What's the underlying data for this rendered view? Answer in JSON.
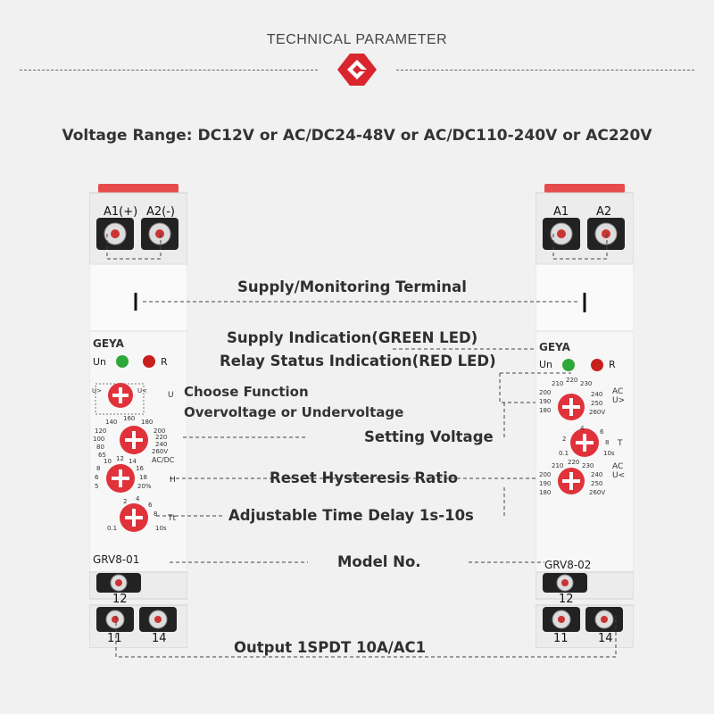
{
  "header": {
    "title": "TECHNICAL PARAMETER",
    "brand_color": "#d9262e"
  },
  "voltage_range": "Voltage Range: DC12V or AC/DC24-48V or AC/DC110-240V or AC220V",
  "labels": {
    "supply_terminal": "Supply/Monitoring Terminal",
    "supply_indication": "Supply Indication(GREEN LED)",
    "relay_indication": "Relay Status Indication(RED LED)",
    "choose_function": "Choose Function",
    "over_under": "Overvoltage or Undervoltage",
    "setting_voltage": "Setting Voltage",
    "reset_hysteresis": "Reset Hysteresis Ratio",
    "time_delay": "Adjustable Time Delay 1s-10s",
    "model_no": "Model No.",
    "output": "Output 1SPDT 10A/AC1"
  },
  "left_device": {
    "model": "GRV8-01",
    "brand": "GEYA",
    "terminal_a1": "A1(+)",
    "terminal_a2": "A2(-)",
    "led_un": "Un",
    "led_r": "R",
    "knob_function_labels": {
      "top": "U",
      "left": "U>",
      "right": "U<"
    },
    "knob_voltage_scale": [
      "65",
      "80",
      "100",
      "120",
      "140",
      "160",
      "180",
      "200",
      "220",
      "240",
      "260V"
    ],
    "knob_voltage_tag": "AC/DC",
    "knob_hyst_scale": [
      "5",
      "6",
      "8",
      "10",
      "12",
      "14",
      "16",
      "18",
      "20%"
    ],
    "knob_hyst_tag": "H",
    "knob_time_scale": [
      "0.1",
      "2",
      "4",
      "6",
      "8",
      "10s"
    ],
    "knob_time_tag": "Tt",
    "out_12": "12",
    "out_11": "11",
    "out_14": "14"
  },
  "right_device": {
    "model": "GRV8-02",
    "brand": "GEYA",
    "terminal_a1": "A1",
    "terminal_a2": "A2",
    "led_un": "Un",
    "led_r": "R",
    "knob_over_scale": [
      "180",
      "190",
      "200",
      "210",
      "220",
      "230",
      "240",
      "250",
      "260V"
    ],
    "knob_over_tag": "AC U>",
    "knob_time_scale": [
      "0.1",
      "2",
      "4",
      "6",
      "8",
      "10s"
    ],
    "knob_time_tag": "T",
    "knob_under_scale": [
      "180",
      "190",
      "200",
      "210",
      "220",
      "230",
      "240",
      "250",
      "260V"
    ],
    "knob_under_tag": "AC U<",
    "out_12": "12",
    "out_11": "11",
    "out_14": "14"
  },
  "colors": {
    "knob": "#e0323a",
    "led_green": "#2fa83a",
    "led_red": "#c8201e",
    "terminal_cap": "#e74c4c"
  }
}
